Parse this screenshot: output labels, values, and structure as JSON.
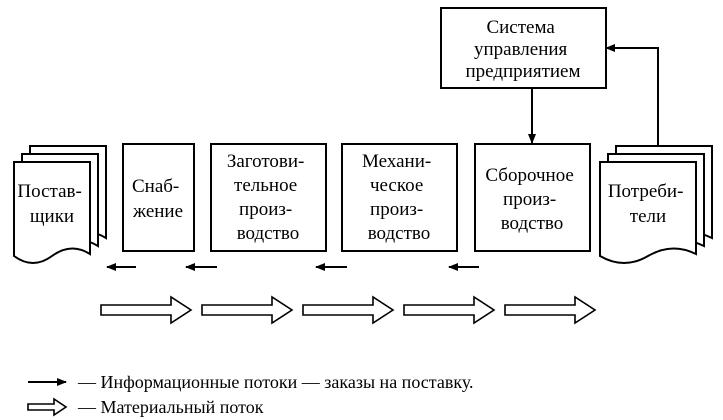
{
  "nodes": {
    "suppliers": [
      "Постав-",
      "щики"
    ],
    "supply": [
      "Снаб-",
      "жение"
    ],
    "blank_production": [
      "Заготови-",
      "тельное",
      "произ-",
      "водство"
    ],
    "mechanical_production": [
      "Механи-",
      "ческое",
      "произ-",
      "водство"
    ],
    "assembly_production": [
      "Сборочное",
      "произ-",
      "водство"
    ],
    "consumers": [
      "Потреби-",
      "тели"
    ],
    "management_system": [
      "Система",
      "управления",
      "предприятием"
    ]
  },
  "legend": {
    "info_flow": "— Информационные потоки — заказы на поставку.",
    "material_flow": "— Материальный поток"
  },
  "colors": {
    "stroke": "#000000",
    "fill": "#ffffff"
  }
}
